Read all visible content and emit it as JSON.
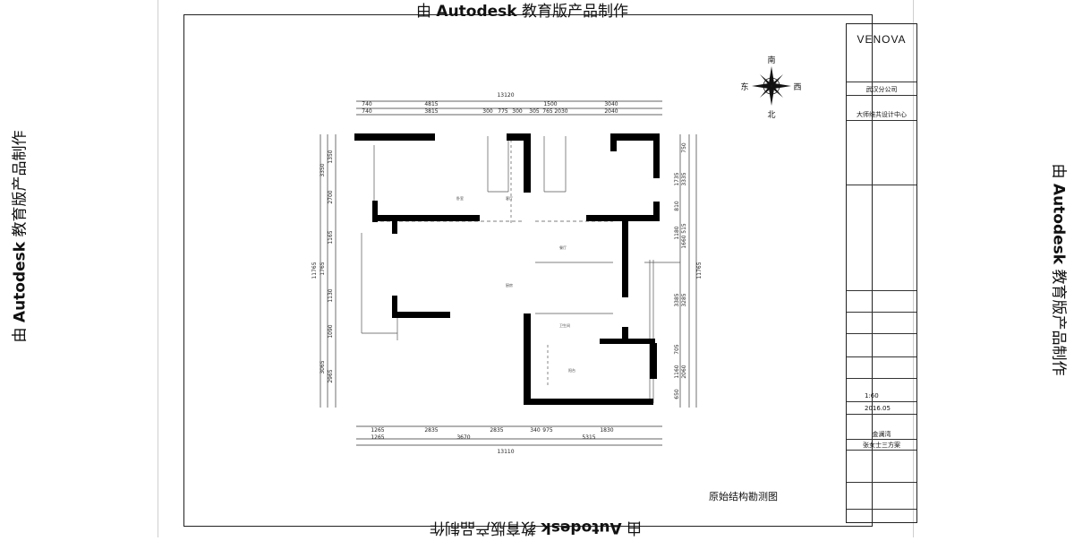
{
  "watermark": {
    "prefix": "由 ",
    "brand": "Autodesk",
    "suffix": " 教育版产品制作"
  },
  "compass": {
    "north": "南",
    "south": "北",
    "east": "东",
    "west": "西"
  },
  "plan": {
    "title": "原始结构勘测图",
    "top_total": "13120",
    "top_dims_outer": [
      "740",
      "4815",
      "1500",
      "3040"
    ],
    "top_dims_inner": [
      "740",
      "3815",
      "300",
      "775",
      "300",
      "305",
      "765",
      "2030",
      "2040"
    ],
    "bottom_dims_outer": [
      "1265",
      "2835",
      "2835",
      "340",
      "975",
      "1830"
    ],
    "bottom_dims_inner": [
      "1265",
      "3670",
      "5315"
    ],
    "bottom_total": "13110",
    "left_total": "11765",
    "left_dims": [
      "3350",
      "1350",
      "2700",
      "1165",
      "1765",
      "1130",
      "1090",
      "3065",
      "2965"
    ],
    "right_total": "11765",
    "right_dims": [
      "750",
      "1735",
      "3335",
      "810",
      "1180",
      "515",
      "1660",
      "3385",
      "3285",
      "705",
      "1160",
      "2060",
      "650"
    ],
    "room_labels": [
      "卧室",
      "客厅",
      "餐厅",
      "厨房",
      "卫生间",
      "阳台"
    ]
  },
  "titleblock": {
    "brand": "VENOVA",
    "company_line1": "武汉分公司",
    "company_line2": "大师维共设计中心",
    "scale": "1:60",
    "date": "2016.05",
    "client": "金澜湾",
    "project": "张女士三方案"
  }
}
